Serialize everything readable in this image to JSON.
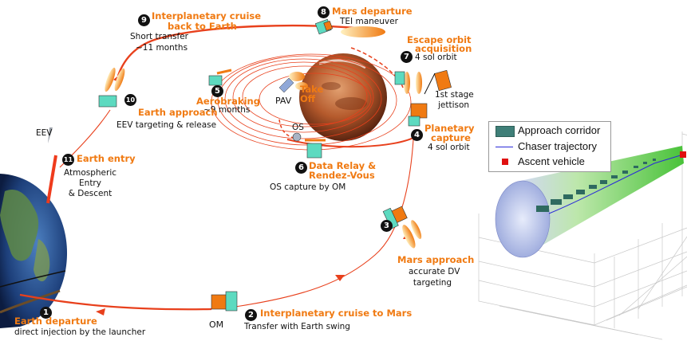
{
  "steps": {
    "s1": {
      "num": "1",
      "title": "Earth departure",
      "sub": "direct injection by the launcher"
    },
    "s2": {
      "num": "2",
      "title": "Interplanetary cruise to Mars",
      "sub": "Transfer with Earth swing"
    },
    "s3": {
      "num": "3",
      "title": "Mars approach",
      "sub1": "accurate DV",
      "sub2": "targeting"
    },
    "s4": {
      "num": "4",
      "title1": "Planetary",
      "title2": "capture",
      "sub": "4 sol orbit"
    },
    "s5": {
      "num": "5",
      "title": "Aerobraking",
      "sub": "~9 months"
    },
    "s6": {
      "num": "6",
      "title1": "Data Relay &",
      "title2": "Rendez-Vous",
      "sub": "OS capture by OM"
    },
    "s7": {
      "num": "7",
      "title1": "Escape orbit",
      "title2": "acquisition",
      "sub": "4 sol orbit"
    },
    "s8": {
      "num": "8",
      "title": "Mars departure",
      "sub": "TEI maneuver"
    },
    "s9": {
      "num": "9",
      "title1": "Interplanetary cruise",
      "title2": "back to Earth",
      "sub1": "Short transfer",
      "sub2": "~11 months"
    },
    "s10": {
      "num": "10",
      "title": "Earth approach",
      "sub": "EEV targeting & release"
    },
    "s11": {
      "num": "11",
      "title": "Earth entry",
      "sub1": "Atmospheric",
      "sub2": "Entry",
      "sub3": "& Descent"
    }
  },
  "labels": {
    "eev": "EEV",
    "om": "OM",
    "pav": "PAV",
    "os": "OS",
    "takeoff1": "Take",
    "takeoff2": "Off",
    "jettison1": "1st stage",
    "jettison2": "jettison"
  },
  "legend": {
    "items": [
      {
        "label": "Approach corridor",
        "color": "#3f7f78"
      },
      {
        "label": "Chaser trajectory",
        "color": "#2a2ad8"
      },
      {
        "label": "Ascent vehicle",
        "color": "#e01010"
      }
    ]
  },
  "colors": {
    "orange": "#f07a12",
    "trajectory": "#e8401c",
    "mars": "#b5542a"
  }
}
